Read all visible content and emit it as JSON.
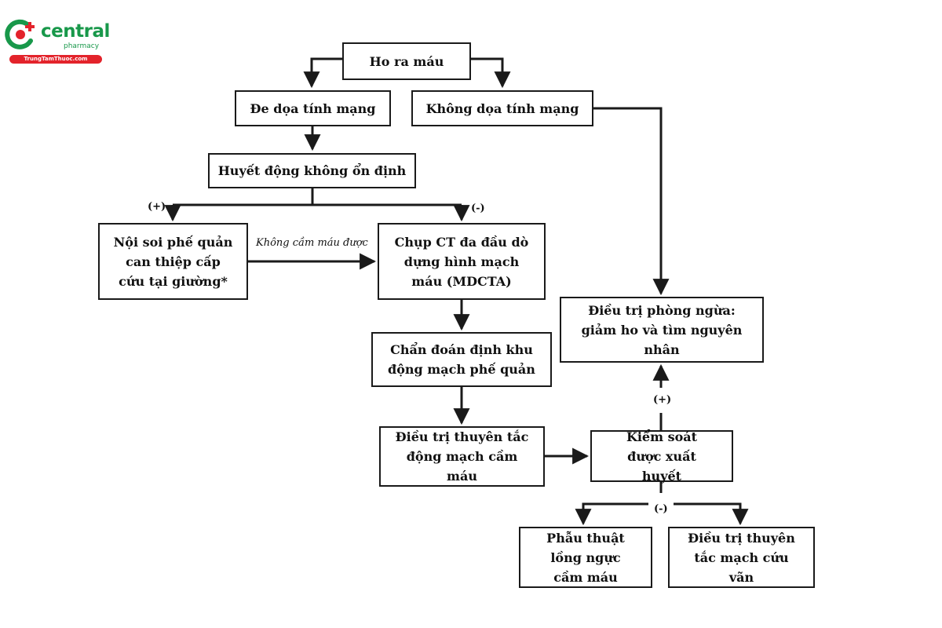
{
  "logo": {
    "name": "central",
    "sub": "pharmacy",
    "url": "TrungTamThuoc.com",
    "colors": {
      "green": "#18984a",
      "red": "#e3232b"
    }
  },
  "nodes": {
    "ho_ra_mau": "Ho ra máu",
    "de_doa": "Đe dọa tính mạng",
    "khong_doa": "Không dọa tính mạng",
    "huyet_dong": "Huyết động không ổn định",
    "noi_soi": "Nội soi phế quản can thiệp cấp cứu tại giường*",
    "chup_ct": "Chụp CT đa đầu dò dựng hình mạch máu (MDCTA)",
    "chan_doan": "Chẩn đoán định khu động mạch phế quản",
    "dieu_tri_thuyen_tac": "Điều trị thuyên tắc động mạch cầm máu",
    "kiem_soat": "Kiểm soát được xuất huyết",
    "phong_ngua": "Điều trị phòng ngừa: giảm ho và tìm nguyên nhân",
    "phau_thuat": "Phẫu thuật lồng ngực cầm máu",
    "cuu_van": "Điều trị thuyên tắc mạch cứu vãn"
  },
  "labels": {
    "plus_left": "(+)",
    "minus_right": "(-)",
    "khong_cam_mau": "Không cầm máu được",
    "plus_control": "(+)",
    "minus_control": "(-)"
  }
}
